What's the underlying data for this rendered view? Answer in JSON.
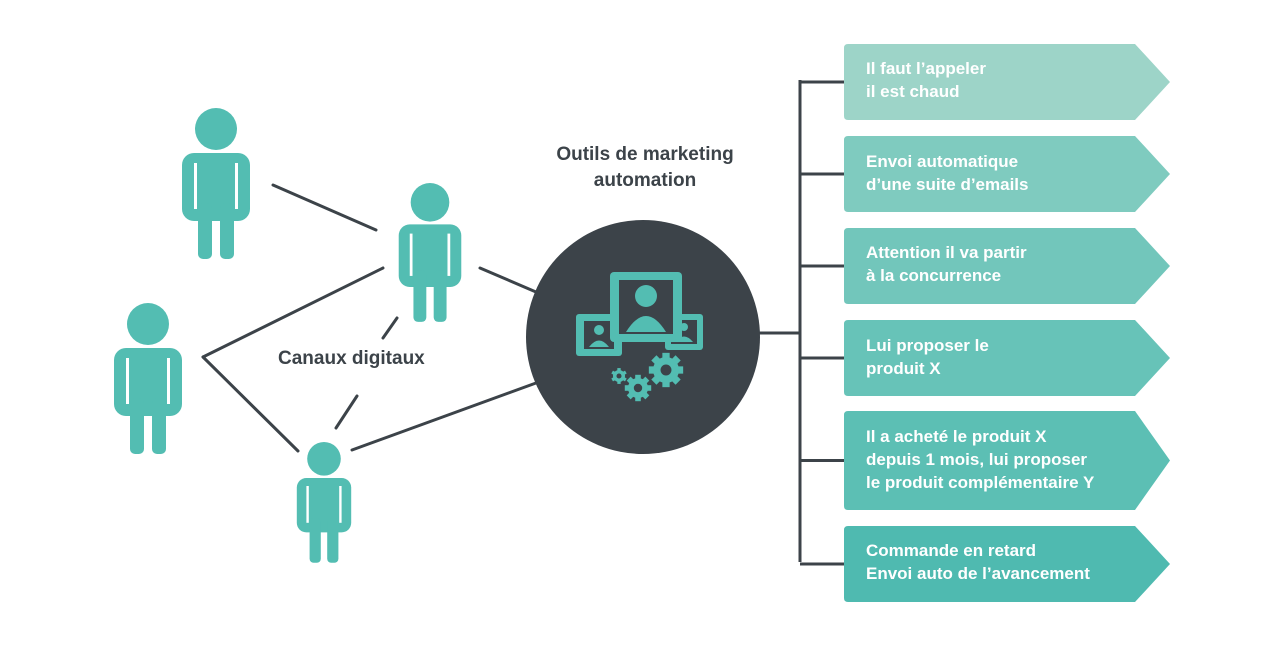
{
  "hub": {
    "title_lines": [
      "Outils de marketing",
      "automation"
    ],
    "icon": "marketing-automation-icon"
  },
  "channels_label": "Canaux digitaux",
  "people_icon": "person-icon",
  "actions": [
    {
      "lines": [
        "Il faut l’appeler",
        "il est chaud"
      ],
      "color": "#9dd4c8"
    },
    {
      "lines": [
        "Envoi automatique",
        "d’une suite d’emails"
      ],
      "color": "#7fcbbf"
    },
    {
      "lines": [
        "Attention il va partir",
        "à la concurrence"
      ],
      "color": "#72c6bb"
    },
    {
      "lines": [
        "Lui proposer le",
        "produit X"
      ],
      "color": "#67c3b8"
    },
    {
      "lines": [
        "Il a acheté le produit X",
        "depuis 1 mois, lui proposer",
        "le produit complémentaire Y"
      ],
      "color": "#5cbfb4"
    },
    {
      "lines": [
        "Commande en retard",
        "Envoi auto de l’avancement"
      ],
      "color": "#4fbab0"
    }
  ],
  "colors": {
    "person": "#53bdb2",
    "hub": "#3c4349",
    "line": "#3c4349"
  }
}
